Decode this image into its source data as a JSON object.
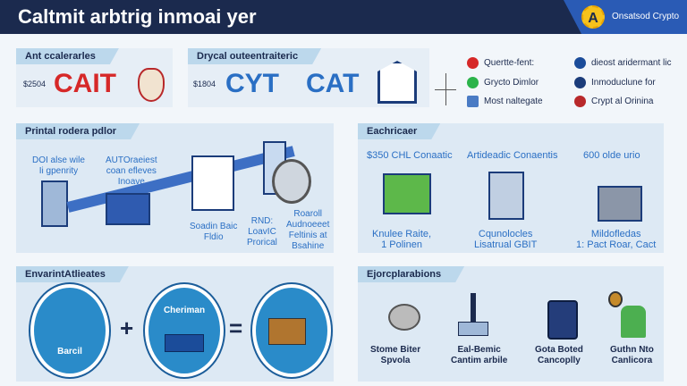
{
  "header": {
    "title": "Caltmit arbtrig inmoai yer",
    "logo_letter": "A",
    "logo_text": "Onsatsod Crypto"
  },
  "top": {
    "panel1": {
      "title": "Ant ccalerarles",
      "price": "$2504",
      "big": "CAIT"
    },
    "panel2": {
      "title": "Drycal outeentraiteric",
      "price": "$1804",
      "big1": "CYT",
      "big2": "CAT"
    },
    "list_left": [
      {
        "label": "Quertte-fent:",
        "color": "#d62828"
      },
      {
        "label": "Grycto Dimlor",
        "color": "#2bb34a"
      },
      {
        "label": "Most naltegate",
        "color": "#4a7bc4"
      }
    ],
    "list_right": [
      {
        "label": "dieost aridermant lic",
        "color": "#1b4c9a"
      },
      {
        "label": "Inmoduclune for",
        "color": "#1b3c7a"
      },
      {
        "label": "Crypt al Orinina",
        "color": "#b8282a"
      }
    ]
  },
  "mid": {
    "left": {
      "title": "Printal rodera pdlor",
      "labels": [
        "DOI alse wile\nIi gpenrity",
        "AUTOraeiest\ncoan efleves\nInoave",
        "Soadin Baic\nFldio",
        "RND:\nLoavIC\nProrical",
        "Roaroll\nAudnoeeet\nFeltinis at\nBsahine"
      ]
    },
    "right": {
      "title": "Eachricaer",
      "cols": [
        {
          "top": "$350 CHL Conaatic",
          "bottom": "Knulee Raite,\n1 Polinen"
        },
        {
          "top": "Artideadic Conaentis",
          "bottom": "Cqunolocles\nLisatrual GBIT"
        },
        {
          "top": "600 olde urio",
          "bottom": "Mildofledas\n1: Pact Roar, Cact"
        }
      ]
    }
  },
  "bottom": {
    "left": {
      "title": "EnvarintAtlieates",
      "circle1": "Barcil",
      "circle2": "Cheriman",
      "plus": "+",
      "equals": "="
    },
    "right": {
      "title": "Ejorcplarabions",
      "items": [
        "Stome Biter\nSpvola",
        "Eal-Bemic\nCantim arbile",
        "Gota Boted\nCancoplly",
        "Guthn Nto\nCanlicora"
      ]
    }
  }
}
